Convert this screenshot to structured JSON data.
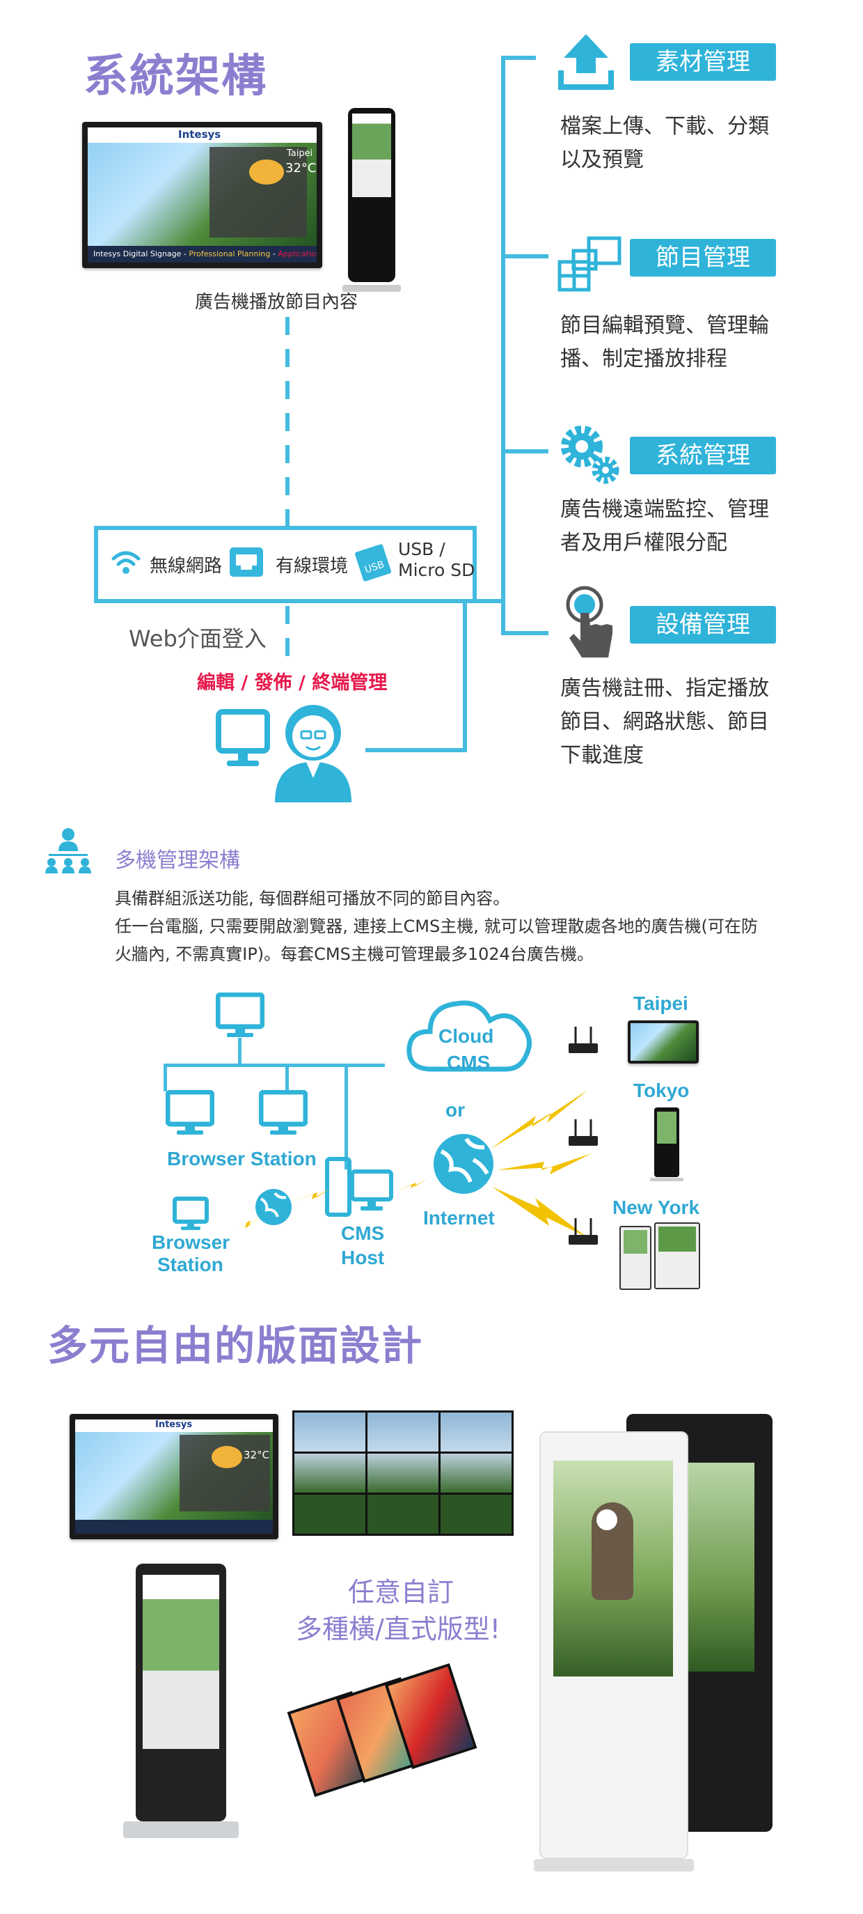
{
  "section1": {
    "title": "系統架構",
    "player_caption": "廣告機播放節目內容",
    "screen": {
      "brand": "Intesys",
      "city": "Taipei",
      "temp": "32°C",
      "ticker_prefix": "Intesys Digital Signage - ",
      "ticker_mid": "Professional Planning",
      "ticker_sep": " - ",
      "ticker_end": "Application"
    },
    "connectivity": {
      "wifi": "無線網路",
      "wired": "有線環境",
      "usb_line1": "USB /",
      "usb_line2": "Micro SD",
      "usb_icon_text": "USB"
    },
    "web_login": "Web介面登入",
    "manage": "編輯 / 發佈 / 終端管理",
    "features": [
      {
        "label": "素材管理",
        "desc": [
          "檔案上傳、下載、分類",
          "以及預覽"
        ]
      },
      {
        "label": "節目管理",
        "desc": [
          "節目編輯預覽、管理輪",
          "播、制定播放排程"
        ]
      },
      {
        "label": "系統管理",
        "desc": [
          "廣告機遠端監控、管理",
          "者及用戶權限分配"
        ]
      },
      {
        "label": "設備管理",
        "desc": [
          "廣告機註冊、指定播放",
          "節目、網路狀態、節目",
          "下載進度"
        ]
      }
    ]
  },
  "section2": {
    "title": "多機管理架構",
    "para1": "具備群組派送功能, 每個群組可播放不同的節目內容。",
    "para2": "任一台電腦, 只需要開啟瀏覽器, 連接上CMS主機, 就可以管理散處各地的廣告機(可在防",
    "para3": "火牆內, 不需真實IP)。每套CMS主機可管理最多1024台廣告機。",
    "cloud_line1": "Cloud",
    "cloud_line2": "CMS",
    "or": "or",
    "internet": "Internet",
    "browser_station": "Browser Station",
    "browser_station2_l1": "Browser",
    "browser_station2_l2": "Station",
    "cms_host_l1": "CMS",
    "cms_host_l2": "Host",
    "cities": [
      "Taipei",
      "Tokyo",
      "New York"
    ]
  },
  "section3": {
    "title": "多元自由的版面設計",
    "tagline1": "任意自訂",
    "tagline2": "多種橫/直式版型!"
  },
  "colors": {
    "accent": "#2fb3d9",
    "title_purple": "#8a7fcf",
    "manage_red": "#e6194b",
    "bolt": "#f2c200"
  }
}
